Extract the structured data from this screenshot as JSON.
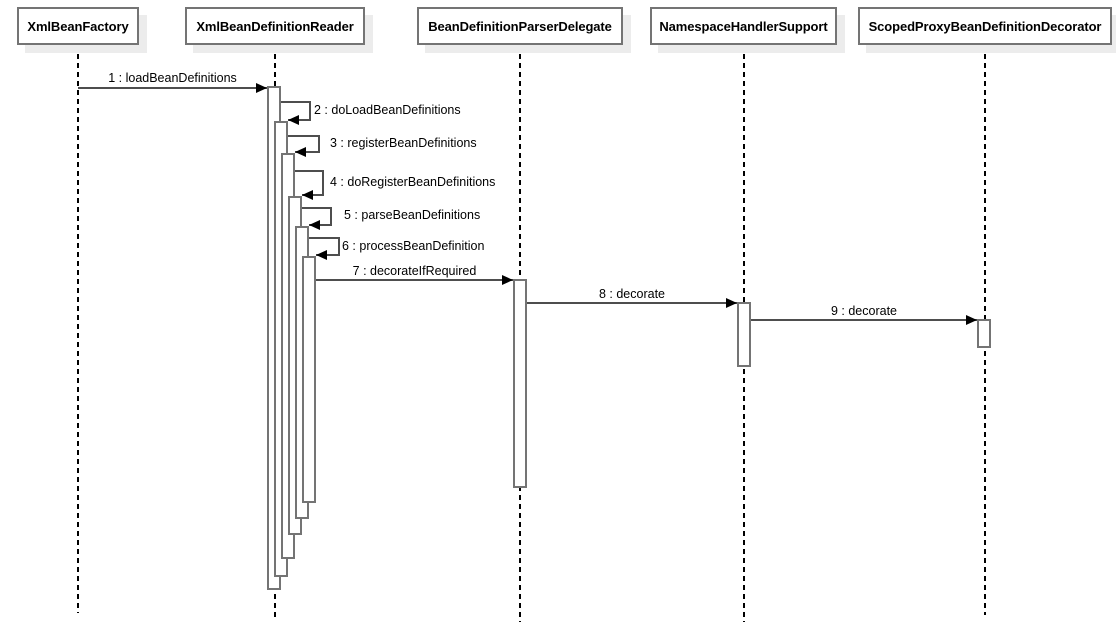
{
  "diagram": {
    "type": "uml-sequence-diagram",
    "participants": [
      {
        "name": "XmlBeanFactory"
      },
      {
        "name": "XmlBeanDefinitionReader"
      },
      {
        "name": "BeanDefinitionParserDelegate"
      },
      {
        "name": "NamespaceHandlerSupport"
      },
      {
        "name": "ScopedProxyBeanDefinitionDecorator"
      }
    ],
    "messages": [
      {
        "seq": 1,
        "method": "loadBeanDefinitions",
        "label": "1 : loadBeanDefinitions",
        "from": "XmlBeanFactory",
        "to": "XmlBeanDefinitionReader",
        "type": "call"
      },
      {
        "seq": 2,
        "method": "doLoadBeanDefinitions",
        "label": "2 : doLoadBeanDefinitions",
        "from": "XmlBeanDefinitionReader",
        "to": "XmlBeanDefinitionReader",
        "type": "self-call"
      },
      {
        "seq": 3,
        "method": "registerBeanDefinitions",
        "label": "3 : registerBeanDefinitions",
        "from": "XmlBeanDefinitionReader",
        "to": "XmlBeanDefinitionReader",
        "type": "self-call"
      },
      {
        "seq": 4,
        "method": "doRegisterBeanDefinitions",
        "label": "4 : doRegisterBeanDefinitions",
        "from": "XmlBeanDefinitionReader",
        "to": "XmlBeanDefinitionReader",
        "type": "self-call"
      },
      {
        "seq": 5,
        "method": "parseBeanDefinitions",
        "label": "5 : parseBeanDefinitions",
        "from": "XmlBeanDefinitionReader",
        "to": "XmlBeanDefinitionReader",
        "type": "self-call"
      },
      {
        "seq": 6,
        "method": "processBeanDefinition",
        "label": "6 : processBeanDefinition",
        "from": "XmlBeanDefinitionReader",
        "to": "XmlBeanDefinitionReader",
        "type": "self-call"
      },
      {
        "seq": 7,
        "method": "decorateIfRequired",
        "label": "7 : decorateIfRequired",
        "from": "XmlBeanDefinitionReader",
        "to": "BeanDefinitionParserDelegate",
        "type": "call"
      },
      {
        "seq": 8,
        "method": "decorate",
        "label": "8 : decorate",
        "from": "BeanDefinitionParserDelegate",
        "to": "NamespaceHandlerSupport",
        "type": "call"
      },
      {
        "seq": 9,
        "method": "decorate",
        "label": "9 : decorate",
        "from": "NamespaceHandlerSupport",
        "to": "ScopedProxyBeanDefinitionDecorator",
        "type": "call"
      }
    ],
    "colors": {
      "background": "#ffffff",
      "box_border": "#747474",
      "box_fill": "#ffffff",
      "box_shadow": "#ececec",
      "message_line": "#4e4e4e",
      "arrowhead": "#000000",
      "text": "#000000"
    }
  }
}
